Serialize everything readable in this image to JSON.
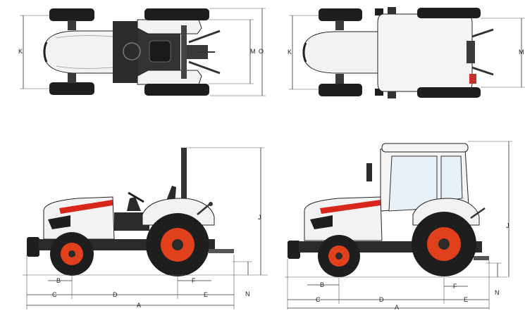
{
  "views": {
    "top_rops": {
      "labels": {
        "k": "K",
        "m": "M",
        "o": "O"
      }
    },
    "top_cab": {
      "labels": {
        "k": "K",
        "m": "M"
      }
    },
    "side_rops": {
      "labels": {
        "a": "A",
        "b": "B",
        "c": "C",
        "d": "D",
        "e": "E",
        "f": "F",
        "j": "J",
        "n": "N"
      }
    },
    "side_cab": {
      "labels": {
        "a": "A",
        "b": "B",
        "c": "C",
        "d": "D",
        "e": "E",
        "f": "F",
        "j": "J",
        "n": "N"
      }
    }
  },
  "colors": {
    "body_white": "#f2f2f2",
    "body_dark": "#2b2b2b",
    "tire": "#1e1e1e",
    "rim_red": "#e0401c",
    "stripe_red": "#d8261c",
    "glass": "#e8f1f8"
  }
}
